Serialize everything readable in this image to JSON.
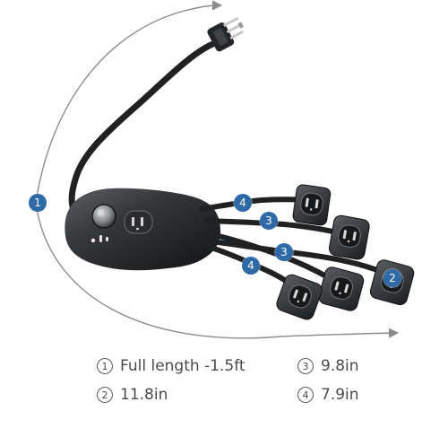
{
  "callouts": {
    "main": "1",
    "cord_2": "2",
    "cord_3_top": "3",
    "cord_3_bottom": "3",
    "cord_4_top": "4",
    "cord_4_bottom": "4"
  },
  "legend": [
    {
      "num": "1",
      "label": "Full length -1.5ft"
    },
    {
      "num": "2",
      "label": "11.8in"
    },
    {
      "num": "3",
      "label": "9.8in"
    },
    {
      "num": "4",
      "label": "7.9in"
    }
  ],
  "colors": {
    "accent": "#2f6aa8",
    "arc": "#8c8c8c",
    "body": "#2f3133",
    "cable": "#1f2123",
    "text": "#4a4a4a"
  },
  "icons": {
    "plug": "three-prong-plug-icon",
    "switch": "power-switch-icon",
    "outlet": "outlet-icon"
  }
}
